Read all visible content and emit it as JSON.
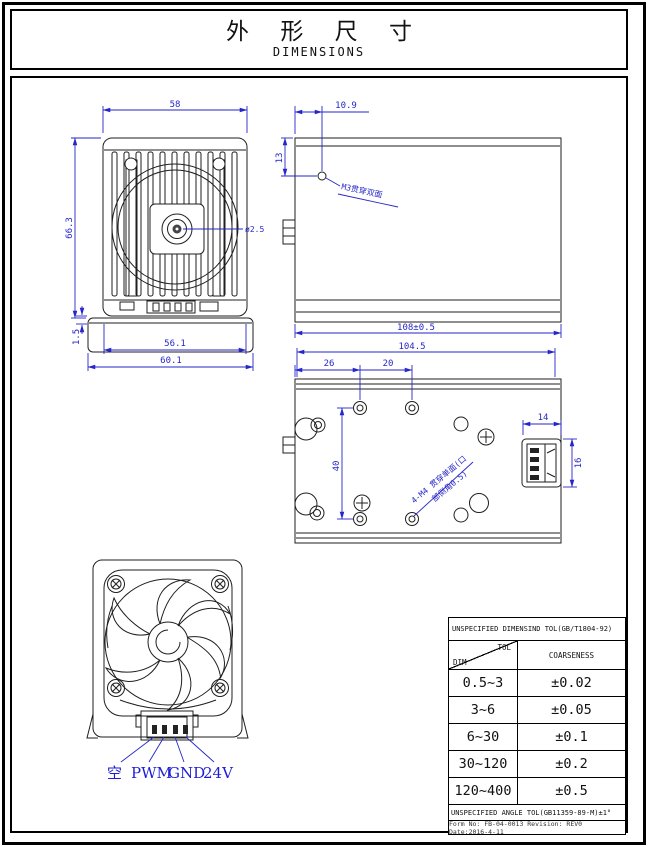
{
  "title": {
    "cn": "外 形 尺 寸",
    "en": "DIMENSIONS"
  },
  "colors": {
    "dimension_blue": "#2626c9",
    "label_blue": "#1d1dd6",
    "outline": "#1f1f1f"
  },
  "views": {
    "front": {
      "dims": {
        "top_width": "58",
        "height": "66.3",
        "base_lip": "1.5",
        "base_inner_width": "56.1",
        "base_outer_width": "60.1",
        "aperture": "ø2.5"
      }
    },
    "side": {
      "dims": {
        "hole_offset_x": "10.9",
        "hole_offset_y": "13",
        "length": "108±0.5"
      },
      "note_m3": "M3贯穿双面"
    },
    "bottom": {
      "dims": {
        "length": "104.5",
        "edge_to_hole": "26",
        "hole_pitch_x": "20",
        "hole_pitch_y": "40",
        "connector_width": "14",
        "connector_height": "16"
      },
      "note_m4_line1": "4-M4 贯穿单面(口",
      "note_m4_line2": "部倒角0.5)"
    },
    "rear": {
      "pins": [
        "空",
        "PWM",
        "GND",
        "24V"
      ]
    }
  },
  "table": {
    "title": "UNSPECIFIED DIMENSIND TOL(GB/T1804-92)",
    "header": {
      "tol": "TOL",
      "dim": "DIM",
      "coarseness": "COARSENESS"
    },
    "rows": [
      [
        "0.5~3",
        "±0.02"
      ],
      [
        "3~6",
        "±0.05"
      ],
      [
        "6~30",
        "±0.1"
      ],
      [
        "30~120",
        "±0.2"
      ],
      [
        "120~400",
        "±0.5"
      ]
    ],
    "angle_note": "UNSPECIFIED ANGLE TOL(GB11359-89-M)±1°",
    "form_line": "Form No: FB-04-0013 Revision: REV0  Date:2016-4-11"
  }
}
